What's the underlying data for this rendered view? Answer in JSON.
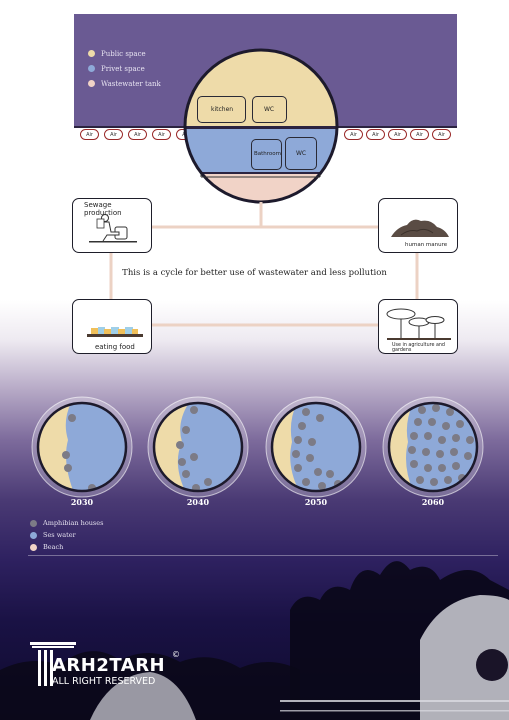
{
  "legend_top": [
    {
      "label": "Public space",
      "color": "#eedba9"
    },
    {
      "label": "Privet space",
      "color": "#8ea9d8"
    },
    {
      "label": "Wastewater tank",
      "color": "#f1d3c7"
    }
  ],
  "air_label": "Air",
  "rooms": {
    "kitchen": "kitchen",
    "wc_top": "WC",
    "bathroom": "Bathroom",
    "wc_bottom": "WC"
  },
  "cycle": {
    "sewage": "Sewage production",
    "manure": "human manure",
    "food": "eating food",
    "agriculture": "Use in agriculture and gardens",
    "caption": "This is a cycle for better use of wastewater and less pollution"
  },
  "years": [
    "2030",
    "2040",
    "2050",
    "2060"
  ],
  "legend_bottom": [
    {
      "label": "Amphibian houses",
      "color": "#7c7b86"
    },
    {
      "label": "Ses water",
      "color": "#8ea9d8"
    },
    {
      "label": "Beach",
      "color": "#f1d3c7"
    }
  ],
  "logo": {
    "name": "ARH2TARH",
    "copyright": "©",
    "sub": "ALL RIGHT RESERVED"
  },
  "colors": {
    "band": "#6a5a93",
    "public": "#eedba9",
    "private": "#8ea9d8",
    "tank": "#f1d3c7",
    "houses": "#7c7b86"
  }
}
